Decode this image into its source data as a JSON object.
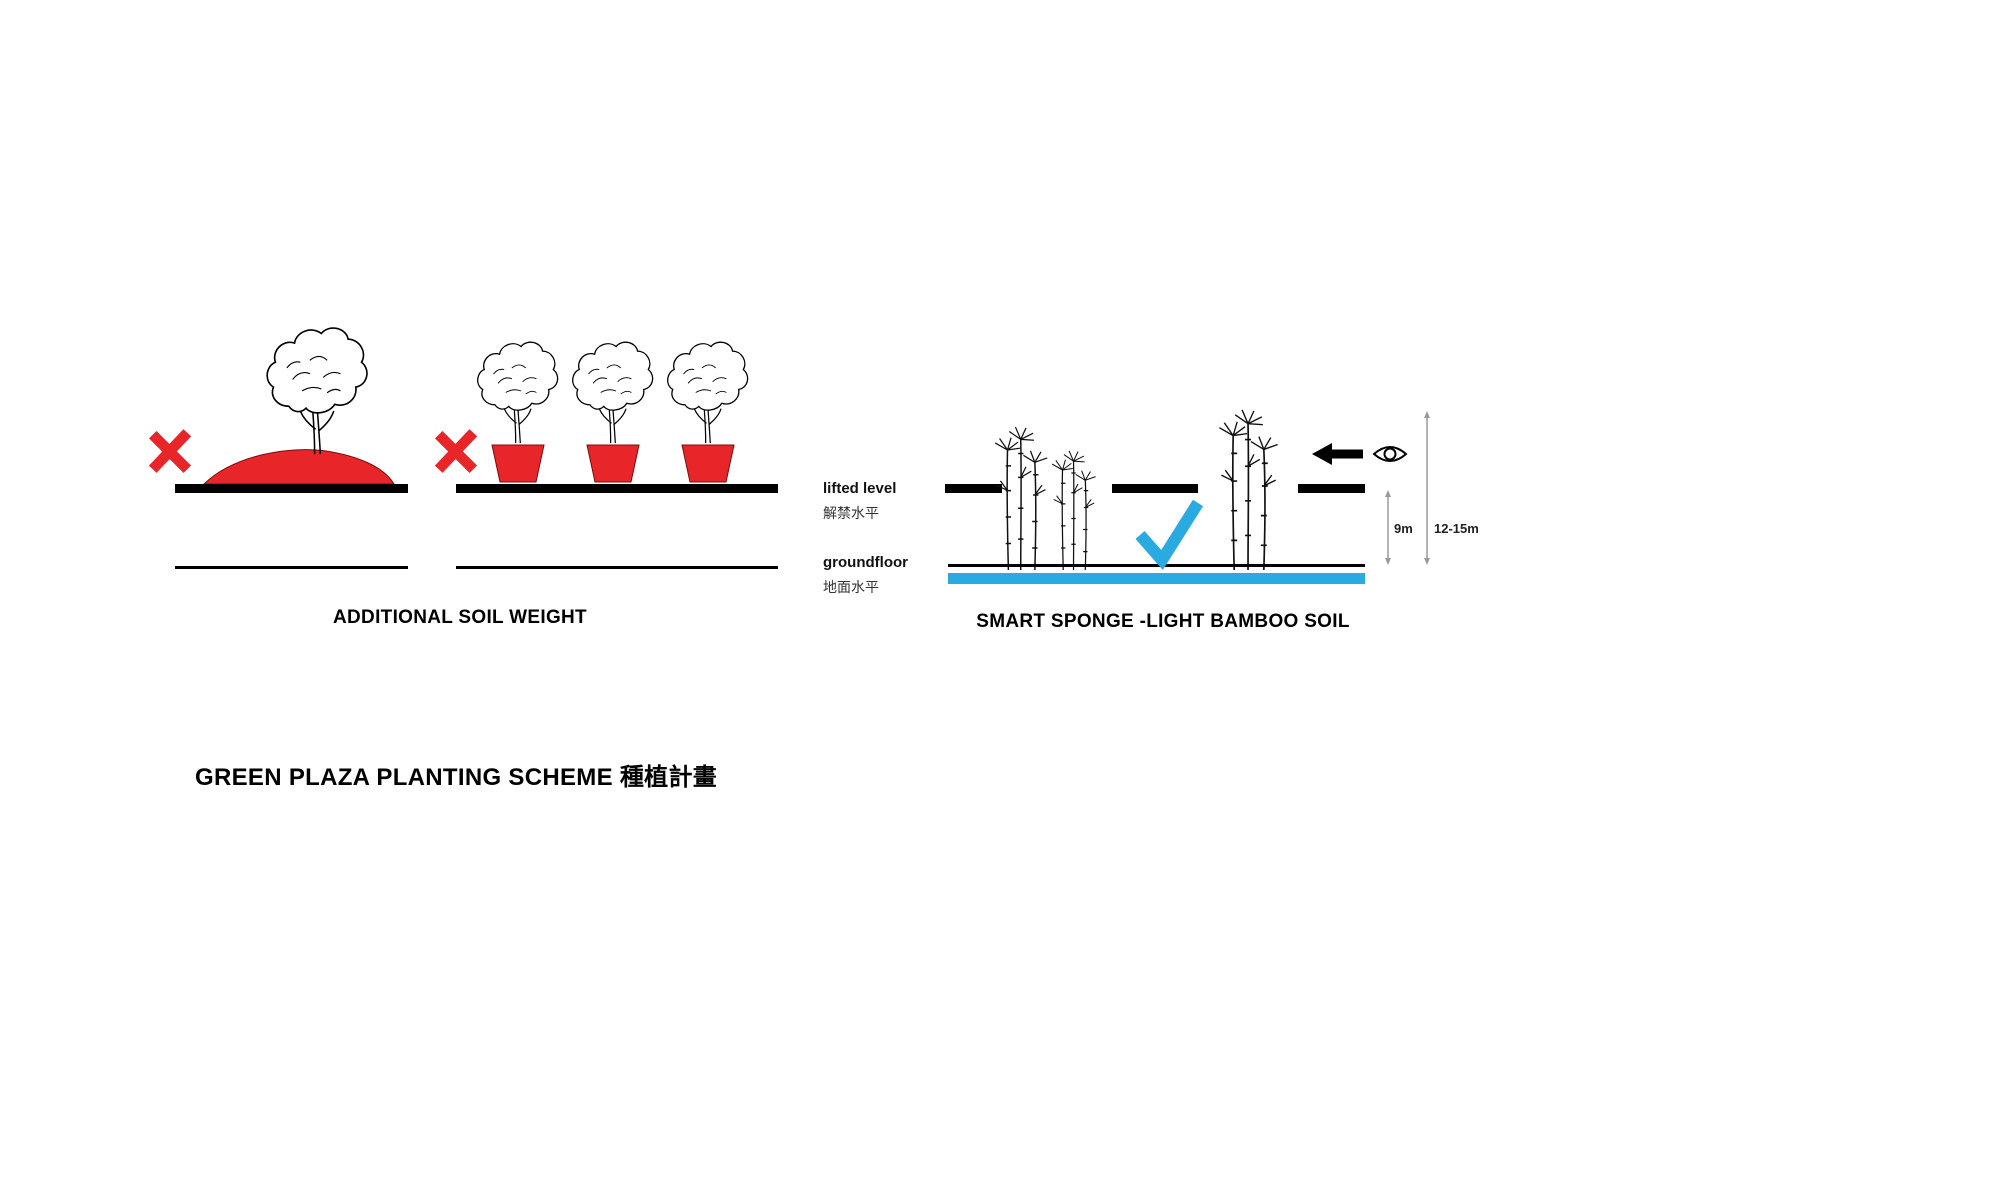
{
  "title": "GREEN PLAZA PLANTING SCHEME 種植計畫",
  "left_diagram": {
    "caption": "ADDITIONAL SOIL WEIGHT"
  },
  "right_diagram": {
    "caption": "SMART SPONGE -LIGHT BAMBOO SOIL",
    "dimensions": {
      "lifted_height": "9m",
      "bamboo_height": "12-15m"
    }
  },
  "levels": {
    "lifted": {
      "en": "lifted level",
      "zh": "解禁水平"
    },
    "ground": {
      "en": "groundfloor",
      "zh": "地面水平"
    }
  },
  "icons": {
    "reject": "x-mark-icon",
    "approve": "checkmark-icon",
    "view_direction": "arrow-left-icon",
    "viewer": "eye-icon"
  },
  "colors": {
    "red": "#e8262a",
    "blue": "#29abe2",
    "black": "#000000"
  }
}
